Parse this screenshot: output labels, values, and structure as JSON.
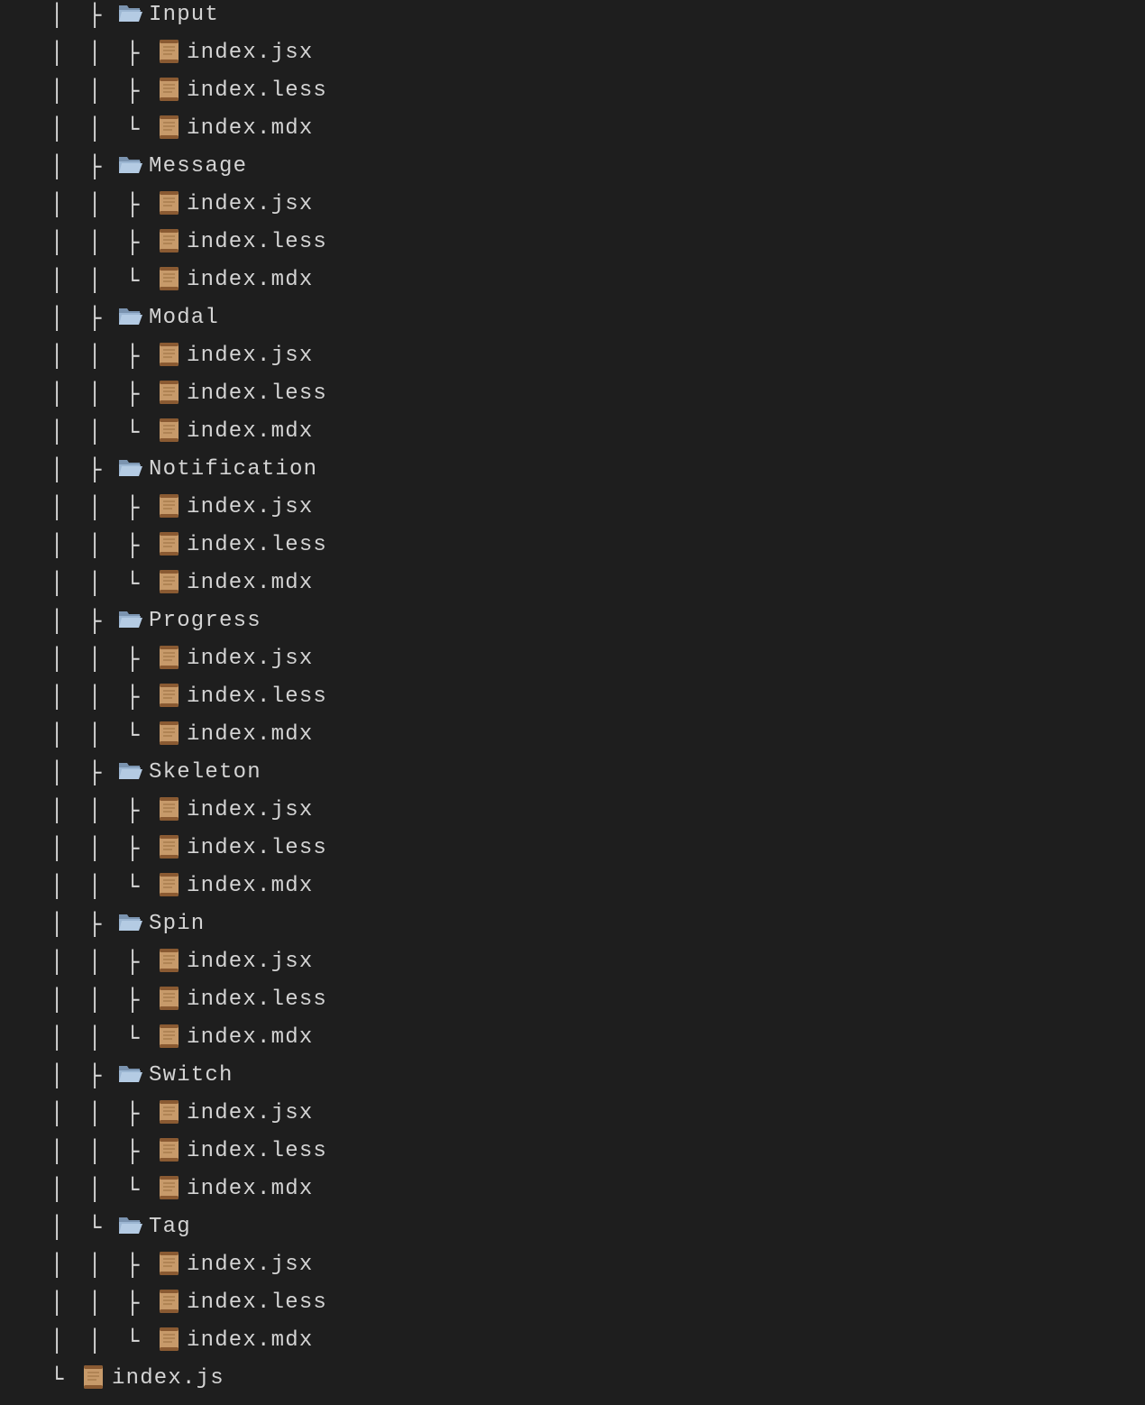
{
  "tree": {
    "rows": [
      {
        "depth": 1,
        "type": "folder",
        "connector": "├",
        "name": "Input"
      },
      {
        "depth": 2,
        "type": "file",
        "connector": "├",
        "name": "index.jsx"
      },
      {
        "depth": 2,
        "type": "file",
        "connector": "├",
        "name": "index.less"
      },
      {
        "depth": 2,
        "type": "file",
        "connector": "└",
        "name": "index.mdx"
      },
      {
        "depth": 1,
        "type": "folder",
        "connector": "├",
        "name": "Message"
      },
      {
        "depth": 2,
        "type": "file",
        "connector": "├",
        "name": "index.jsx"
      },
      {
        "depth": 2,
        "type": "file",
        "connector": "├",
        "name": "index.less"
      },
      {
        "depth": 2,
        "type": "file",
        "connector": "└",
        "name": "index.mdx"
      },
      {
        "depth": 1,
        "type": "folder",
        "connector": "├",
        "name": "Modal"
      },
      {
        "depth": 2,
        "type": "file",
        "connector": "├",
        "name": "index.jsx"
      },
      {
        "depth": 2,
        "type": "file",
        "connector": "├",
        "name": "index.less"
      },
      {
        "depth": 2,
        "type": "file",
        "connector": "└",
        "name": "index.mdx"
      },
      {
        "depth": 1,
        "type": "folder",
        "connector": "├",
        "name": "Notification"
      },
      {
        "depth": 2,
        "type": "file",
        "connector": "├",
        "name": "index.jsx"
      },
      {
        "depth": 2,
        "type": "file",
        "connector": "├",
        "name": "index.less"
      },
      {
        "depth": 2,
        "type": "file",
        "connector": "└",
        "name": "index.mdx"
      },
      {
        "depth": 1,
        "type": "folder",
        "connector": "├",
        "name": "Progress"
      },
      {
        "depth": 2,
        "type": "file",
        "connector": "├",
        "name": "index.jsx"
      },
      {
        "depth": 2,
        "type": "file",
        "connector": "├",
        "name": "index.less"
      },
      {
        "depth": 2,
        "type": "file",
        "connector": "└",
        "name": "index.mdx"
      },
      {
        "depth": 1,
        "type": "folder",
        "connector": "├",
        "name": "Skeleton"
      },
      {
        "depth": 2,
        "type": "file",
        "connector": "├",
        "name": "index.jsx"
      },
      {
        "depth": 2,
        "type": "file",
        "connector": "├",
        "name": "index.less"
      },
      {
        "depth": 2,
        "type": "file",
        "connector": "└",
        "name": "index.mdx"
      },
      {
        "depth": 1,
        "type": "folder",
        "connector": "├",
        "name": "Spin"
      },
      {
        "depth": 2,
        "type": "file",
        "connector": "├",
        "name": "index.jsx"
      },
      {
        "depth": 2,
        "type": "file",
        "connector": "├",
        "name": "index.less"
      },
      {
        "depth": 2,
        "type": "file",
        "connector": "└",
        "name": "index.mdx"
      },
      {
        "depth": 1,
        "type": "folder",
        "connector": "├",
        "name": "Switch"
      },
      {
        "depth": 2,
        "type": "file",
        "connector": "├",
        "name": "index.jsx"
      },
      {
        "depth": 2,
        "type": "file",
        "connector": "├",
        "name": "index.less"
      },
      {
        "depth": 2,
        "type": "file",
        "connector": "└",
        "name": "index.mdx"
      },
      {
        "depth": 1,
        "type": "folder",
        "connector": "└",
        "name": "Tag"
      },
      {
        "depth": 2,
        "type": "file",
        "connector": "├",
        "name": "index.jsx"
      },
      {
        "depth": 2,
        "type": "file",
        "connector": "├",
        "name": "index.less"
      },
      {
        "depth": 2,
        "type": "file",
        "connector": "└",
        "name": "index.mdx"
      },
      {
        "depth": 0,
        "type": "file",
        "connector": "└",
        "name": "index.js"
      }
    ]
  },
  "icons": {
    "folder": "open-folder-icon",
    "file": "scroll-icon"
  },
  "colors": {
    "background": "#1e1e1e",
    "text": "#d4d4d4",
    "folder": "#8aa8c8",
    "file": "#c9a072"
  }
}
